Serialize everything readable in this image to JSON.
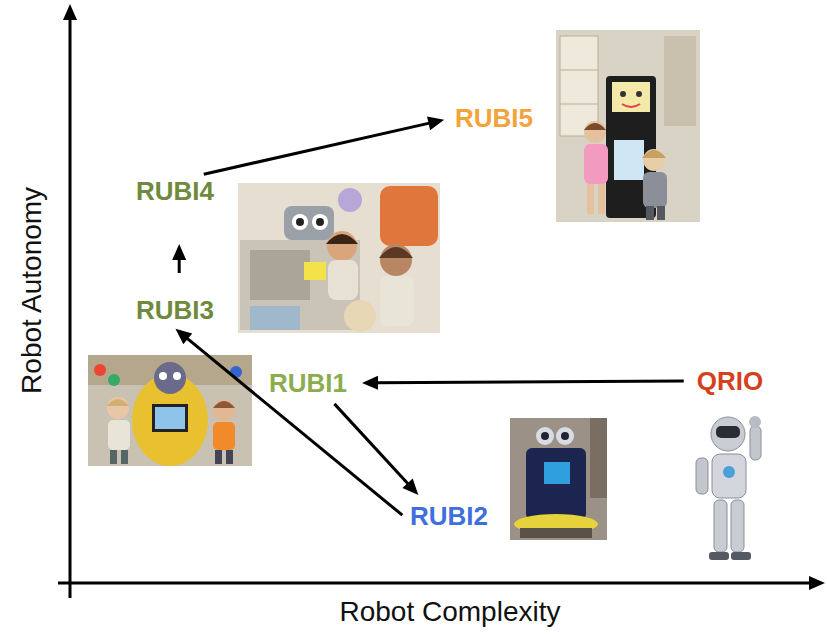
{
  "diagram": {
    "nodes": [
      {
        "text": [
          "RUBI5"
        ]
      },
      {
        "text": [
          "RUBI4"
        ]
      },
      {
        "text": [
          "RUBI3"
        ]
      },
      {
        "text": [
          "RUBI1"
        ]
      },
      {
        "text": [
          "QRIO"
        ]
      },
      {
        "text": [
          "RUBI2"
        ]
      }
    ],
    "edges": [
      {
        "from": 4,
        "to": 3,
        "arrow": "to"
      },
      {
        "from": 3,
        "to": 5,
        "arrow": "to"
      },
      {
        "from": 5,
        "to": 2,
        "arrow": "to"
      },
      {
        "from": 2,
        "to": 1,
        "arrow": "to"
      },
      {
        "from": 1,
        "to": 0,
        "arrow": "to"
      }
    ],
    "labels": [
      "Robot Autonomy",
      "Robot Complexity"
    ]
  }
}
